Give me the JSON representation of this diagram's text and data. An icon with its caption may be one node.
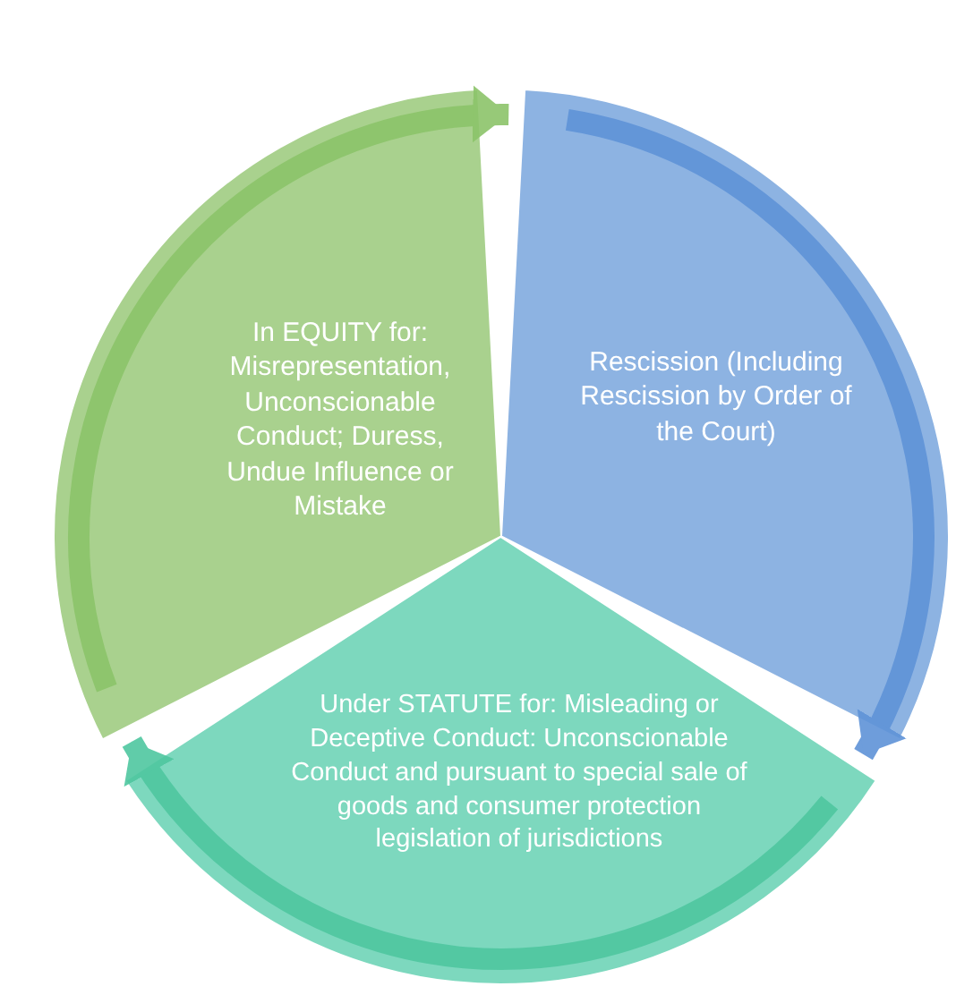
{
  "diagram": {
    "nodes": [
      {
        "text": [
          "In EQUITY for: Misrepresentation, Unconscionable Conduct; Duress, Undue Influence or Mistake"
        ]
      },
      {
        "text": [
          "Rescission (Including Rescission by Order of the Court)"
        ]
      },
      {
        "text": [
          "Under STATUTE  for: Misleading or Deceptive Conduct: Unconscionable Conduct  and pursuant to special sale of goods and consumer protection legislation of jurisdictions"
        ]
      }
    ],
    "edges": [
      {
        "from": 0,
        "to": 1,
        "arrow": "to",
        "color": "#8cc46a"
      },
      {
        "from": 1,
        "to": 2,
        "arrow": "to",
        "color": "#5f93d8"
      },
      {
        "from": 2,
        "to": 0,
        "arrow": "to",
        "color": "#4fc7a0"
      }
    ]
  }
}
